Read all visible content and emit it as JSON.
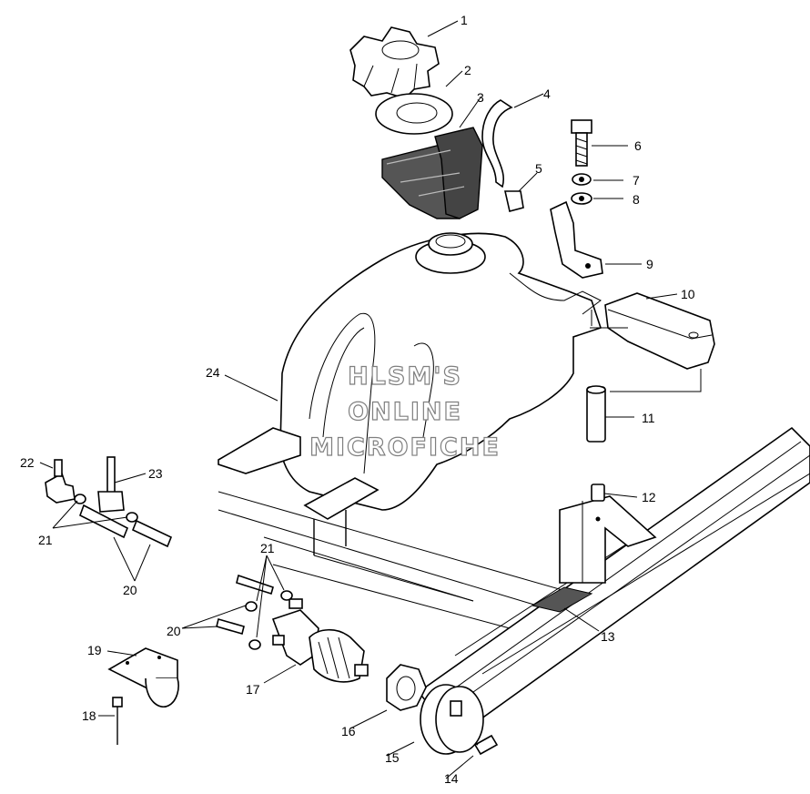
{
  "diagram": {
    "callouts": [
      {
        "id": "c1",
        "text": "1"
      },
      {
        "id": "c2",
        "text": "2"
      },
      {
        "id": "c3",
        "text": "3"
      },
      {
        "id": "c4",
        "text": "4"
      },
      {
        "id": "c5",
        "text": "5"
      },
      {
        "id": "c6",
        "text": "6"
      },
      {
        "id": "c7",
        "text": "7"
      },
      {
        "id": "c8",
        "text": "8"
      },
      {
        "id": "c9",
        "text": "9"
      },
      {
        "id": "c10",
        "text": "10"
      },
      {
        "id": "c11",
        "text": "11"
      },
      {
        "id": "c12",
        "text": "12"
      },
      {
        "id": "c13",
        "text": "13"
      },
      {
        "id": "c14",
        "text": "14"
      },
      {
        "id": "c15",
        "text": "15"
      },
      {
        "id": "c16",
        "text": "16"
      },
      {
        "id": "c17",
        "text": "17"
      },
      {
        "id": "c18",
        "text": "18"
      },
      {
        "id": "c19",
        "text": "19"
      },
      {
        "id": "c20a",
        "text": "20"
      },
      {
        "id": "c20b",
        "text": "20"
      },
      {
        "id": "c21a",
        "text": "21"
      },
      {
        "id": "c21b",
        "text": "21"
      },
      {
        "id": "c22",
        "text": "22"
      },
      {
        "id": "c23",
        "text": "23"
      },
      {
        "id": "c24",
        "text": "24"
      }
    ],
    "watermark": [
      "HLSM'S",
      "ONLINE",
      "MICROFICHE"
    ]
  }
}
